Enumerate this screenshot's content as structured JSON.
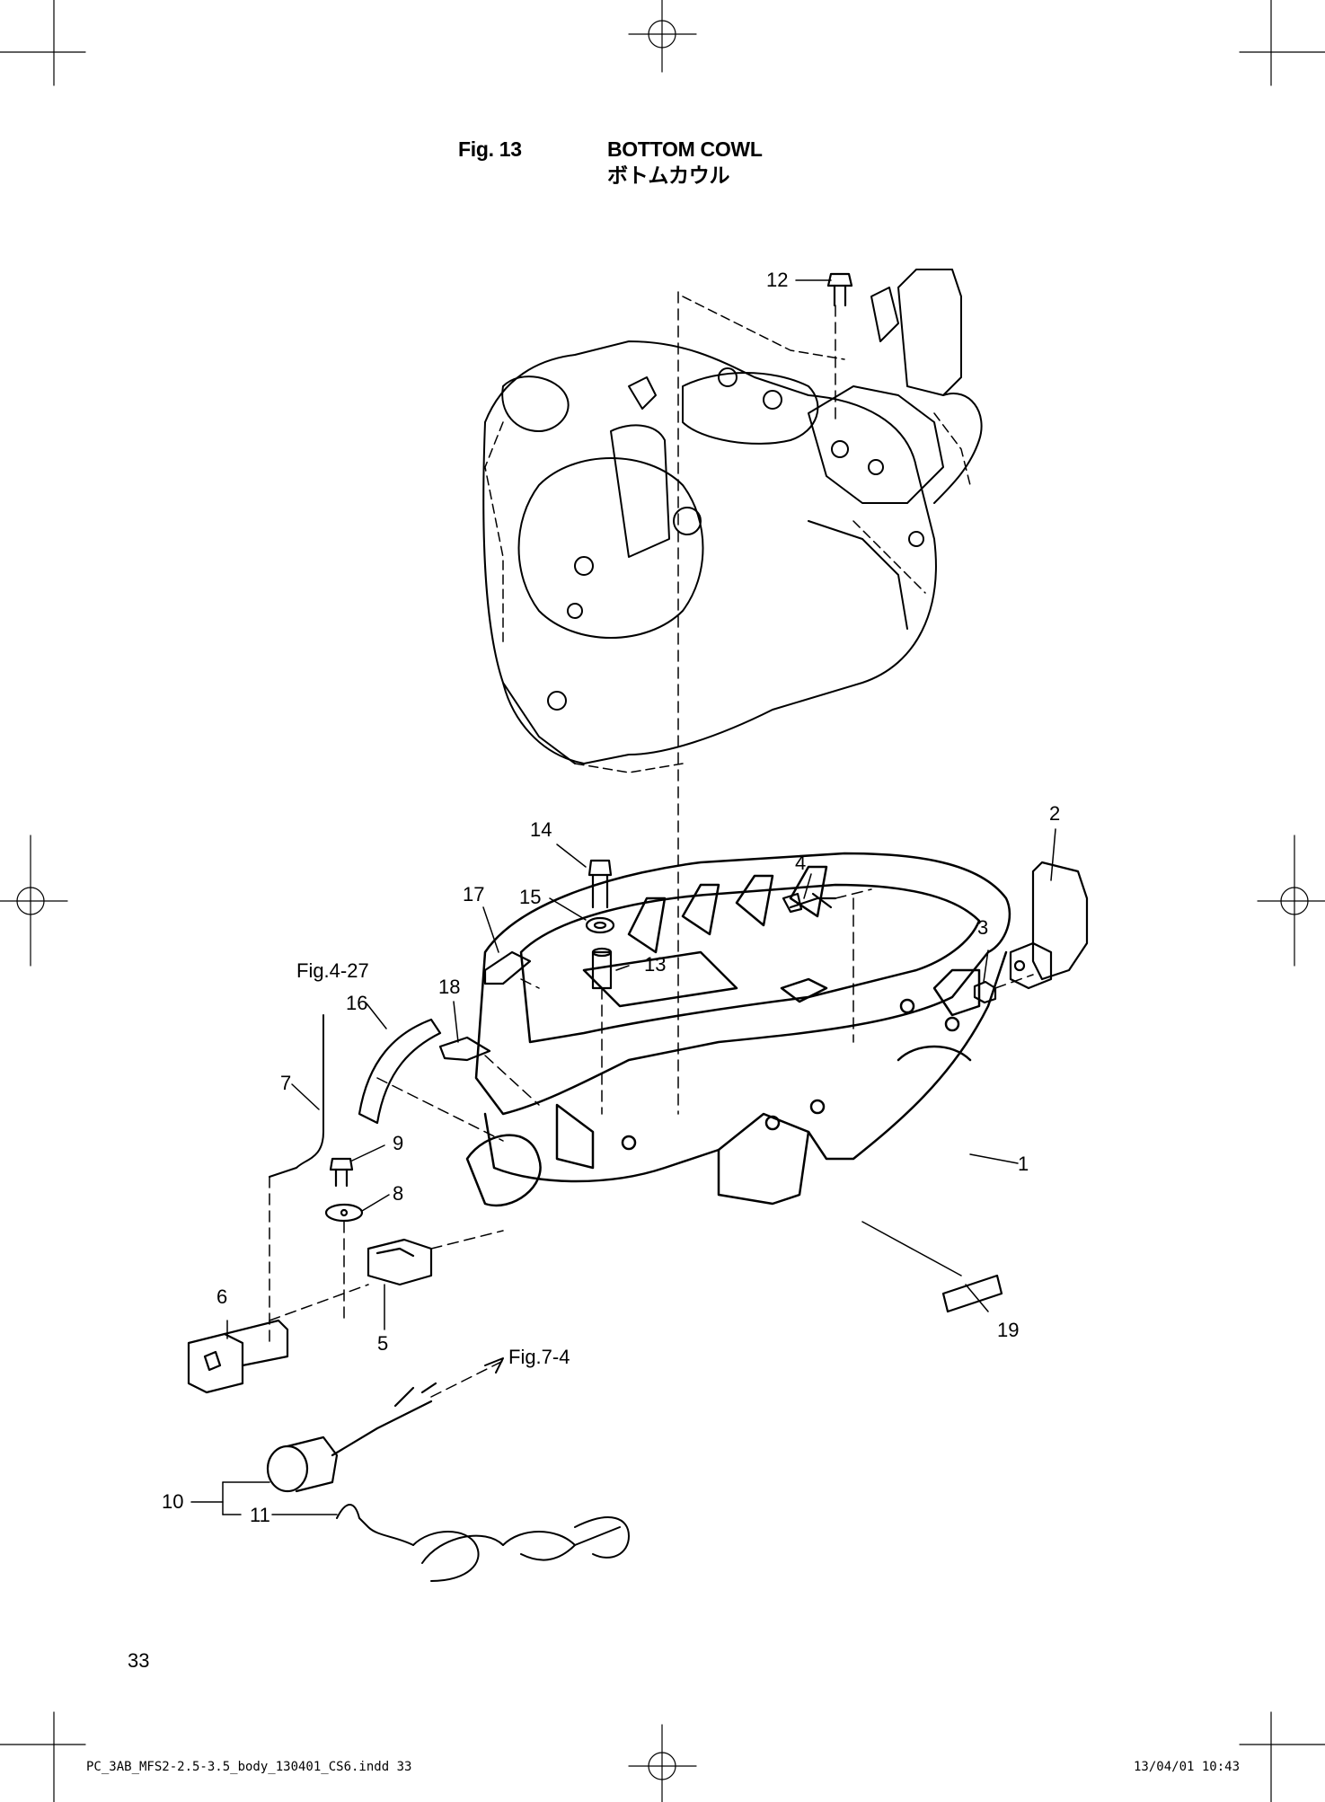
{
  "header": {
    "fig_label": "Fig. 13",
    "title_en": "BOTTOM COWL",
    "title_ja": "ボトムカウル"
  },
  "callouts": {
    "c1": "1",
    "c2": "2",
    "c3": "3",
    "c4": "4",
    "c5": "5",
    "c6": "6",
    "c7": "7",
    "c8": "8",
    "c9": "9",
    "c10": "10",
    "c11": "11",
    "c12": "12",
    "c13": "13",
    "c14": "14",
    "c15": "15",
    "c16": "16",
    "c17": "17",
    "c18": "18",
    "c19": "19"
  },
  "references": {
    "fig_4_27": "Fig.4-27",
    "fig_7_4": "Fig.7-4"
  },
  "footer": {
    "page_number": "33",
    "slug_file": "PC_3AB_MFS2-2.5-3.5_body_130401_CS6.indd   33",
    "slug_stamp": "13/04/01   10:43"
  }
}
